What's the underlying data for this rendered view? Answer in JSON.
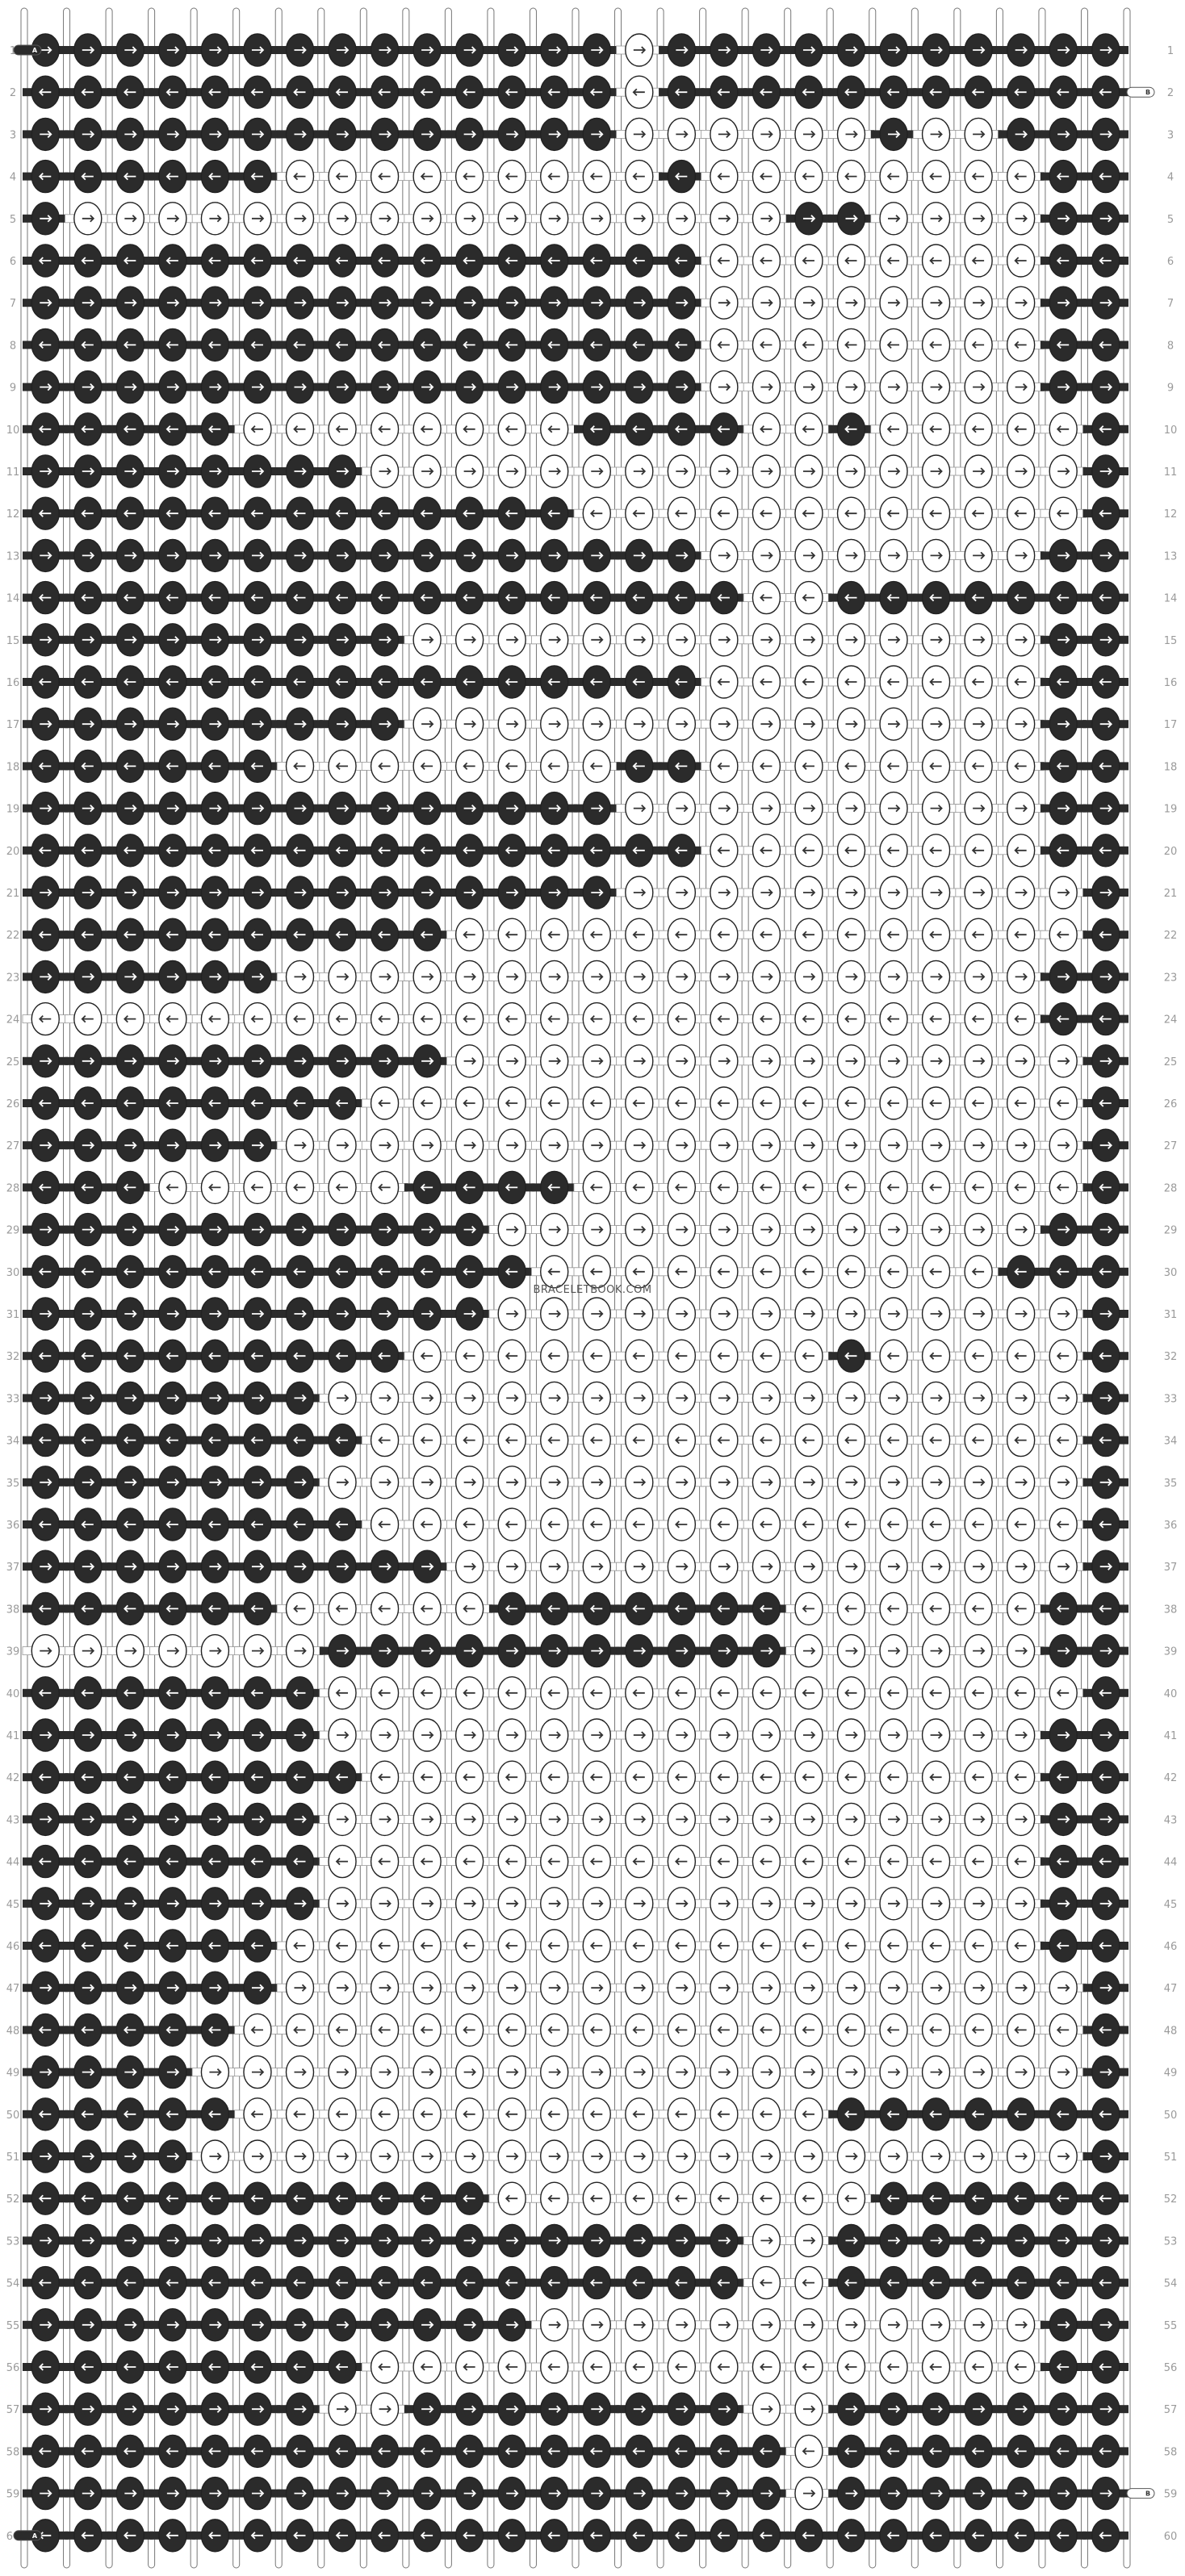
{
  "pattern": {
    "type": "alpha",
    "rows": 60,
    "knots_per_row": 26,
    "strand_count": 27,
    "watermark": "BRACELETBOOK.COM",
    "colors": {
      "background": "#2b2b2b",
      "foreground": "#ffffff",
      "outline": "#222222"
    },
    "strand_labels": {
      "left_top": "A",
      "right_row2": "B",
      "left_bottom": "A",
      "right_row59": "B"
    },
    "row_numbers": [
      1,
      2,
      3,
      4,
      5,
      6,
      7,
      8,
      9,
      10,
      11,
      12,
      13,
      14,
      15,
      16,
      17,
      18,
      19,
      20,
      21,
      22,
      23,
      24,
      25,
      26,
      27,
      28,
      29,
      30,
      31,
      32,
      33,
      34,
      35,
      36,
      37,
      38,
      39,
      40,
      41,
      42,
      43,
      44,
      45,
      46,
      47,
      48,
      49,
      50,
      51,
      52,
      53,
      54,
      55,
      56,
      57,
      58,
      59,
      60
    ],
    "knot_rows": [
      "AAAAAAAAAAAAAAAAAAAAAAAAAA",
      "AAAAAAAAAAAAAAAAAAAAAAAAAA",
      "AAAAAAAAAAAAAAAAAAAAAAAAAA",
      "AAAAAAAAAAAAAAAAAAAAAAAAAA",
      "AAAAAAAAAAAAAAAAAAAAAAAAAA",
      "AAAAAAAAAAAAAAAAAAAAAAAAAA",
      "AAAAAAAAAAAAAAAAAAAAAAAAAA",
      "AAAAAAAAAAAAAAAAAAAAAAAAAA",
      "AAAAAAAAAAAAAAAAAAAAAAAAAA",
      "AAAAAAAAAAAAAAAAAAAAAAAAAA",
      "AAAAAAAAAAAAAAAAAAAAAAAAAA",
      "AAAAAAAAAAAAAAAAAAAAAAAAAA",
      "AAAAAAAAAAAAAAAAAAAAAAAAAA",
      "AAAAAAAAAAAAAAAAAAAAAAAAAA",
      "AAAAAAAAAAAAAAAAAAAAAAAAAA",
      "AAAAAAAAAAAAAAAAAAAAAAAAAA",
      "AAAAAAAAAAAAAAAAAAAAAAAAAA",
      "AAAAAAAAAAAAAAAAAAAAAAAAAA",
      "AAAAAAAAAAAAAAAAAAAAAAAAAA",
      "AAAAAAAAAAAAAAAAAAAAAAAAAA",
      "AAAAAAAAAAAAAAAAAAAAAAAAAA",
      "AAAAAAAAAAAAAAAAAAAAAAAAAA",
      "AAAAAAAAAAAAAAAAAAAAAAAAAA",
      "AAAAAAAAAAAAAAAAAAAAAAAAAA",
      "AAAAAAAAAAAAAAAAAAAAAAAAAA",
      "AAAAAAAAAAAAAAAAAAAAAAAAAA",
      "AAAAAAAAAAAAAAAAAAAAAAAAAA",
      "AAAAAAAAAAAAAAAAAAAAAAAAAA",
      "AAAAAAAAAAAAAAAAAAAAAAAAAA",
      "AAAAAAAAAAAAAAAAAAAAAAAAAA",
      "AAAAAAAAAAAAAAAAAAAAAAAAAA",
      "AAAAAAAAAAAAAAAAAAAAAAAAAA",
      "AAAAAAAAAAAAAAAAAAAAAAAAAA",
      "AAAAAAAAAAAAAAAAAAAAAAAAAA",
      "AAAAAAAAAAAAAAAAAAAAAAAAAA",
      "AAAAAAAAAAAAAAAAAAAAAAAAAA",
      "AAAAAAAAAAAAAAAAAAAAAAAAAA",
      "AAAAAAAAAAAAAAAAAAAAAAAAAA",
      "AAAAAAAAAAAAAAAAAAAAAAAAAA",
      "AAAAAAAAAAAAAAAAAAAAAAAAAA",
      "AAAAAAAAAAAAAAAAAAAAAAAAAA",
      "AAAAAAAAAAAAAAAAAAAAAAAAAA",
      "AAAAAAAAAAAAAAAAAAAAAAAAAA",
      "AAAAAAAAAAAAAAAAAAAAAAAAAA",
      "AAAAAAAAAAAAAAAAAAAAAAAAAA",
      "AAAAAAAAAAAAAAAAAAAAAAAAAA",
      "AAAAAAAAAAAAAAAAAAAAAAAAAA",
      "AAAAAAAAAAAAAAAAAAAAAAAAAA",
      "AAAAAAAAAAAAAAAAAAAAAAAAAA",
      "AAAAAAAAAAAAAAAAAAAAAAAAAA",
      "AAAAAAAAAAAAAAAAAAAAAAAAAA",
      "AAAAAAAAAAAAAAAAAAAAAAAAAA",
      "AAAAAAAAAAAAAAAAAAAAAAAAAA",
      "AAAAAAAAAAAAAAAAAAAAAAAAAA",
      "AAAAAAAAAAAAAAAAAAAAAAAAAA",
      "AAAAAAAAAAAAAAAAAAAAAAAAAA",
      "AAAAAAAAAAAAAAAAAAAAAAAAAA",
      "AAAAAAAAAAAAAAAAAAAAAAAAAA",
      "AAAAAAAAAAAAAAAAAAAAAAAAAA",
      "AAAAAAAAAAAAAAAAAAAAAAAAAA"
    ],
    "light_spans": [
      [
        [
          14,
          14
        ]
      ],
      [
        [
          14,
          14
        ]
      ],
      [
        [
          14,
          16
        ],
        [
          17,
          19
        ],
        [
          21,
          22
        ]
      ],
      [
        [
          6,
          14
        ],
        [
          16,
          23
        ]
      ],
      [
        [
          1,
          3
        ],
        [
          4,
          17
        ],
        [
          20,
          23
        ]
      ],
      [
        [
          16,
          23
        ]
      ],
      [
        [
          16,
          23
        ]
      ],
      [
        [
          16,
          23
        ]
      ],
      [
        [
          16,
          23
        ]
      ],
      [
        [
          5,
          12
        ],
        [
          17,
          18
        ],
        [
          20,
          24
        ]
      ],
      [
        [
          8,
          19
        ],
        [
          20,
          24
        ]
      ],
      [
        [
          13,
          15
        ],
        [
          16,
          24
        ]
      ],
      [
        [
          16,
          23
        ]
      ],
      [
        [
          17,
          18
        ]
      ],
      [
        [
          9,
          23
        ]
      ],
      [
        [
          16,
          23
        ]
      ],
      [
        [
          9,
          17
        ],
        [
          18,
          23
        ]
      ],
      [
        [
          6,
          13
        ],
        [
          16,
          23
        ]
      ],
      [
        [
          14,
          23
        ]
      ],
      [
        [
          16,
          23
        ]
      ],
      [
        [
          14,
          24
        ]
      ],
      [
        [
          10,
          24
        ]
      ],
      [
        [
          6,
          23
        ]
      ],
      [
        [
          0,
          6
        ],
        [
          7,
          23
        ]
      ],
      [
        [
          10,
          24
        ]
      ],
      [
        [
          8,
          24
        ]
      ],
      [
        [
          6,
          17
        ],
        [
          18,
          24
        ]
      ],
      [
        [
          3,
          8
        ],
        [
          13,
          24
        ]
      ],
      [
        [
          11,
          23
        ]
      ],
      [
        [
          12,
          22
        ]
      ],
      [
        [
          11,
          24
        ]
      ],
      [
        [
          9,
          18
        ],
        [
          20,
          24
        ]
      ],
      [
        [
          7,
          13
        ],
        [
          14,
          24
        ]
      ],
      [
        [
          8,
          24
        ]
      ],
      [
        [
          7,
          24
        ]
      ],
      [
        [
          8,
          24
        ]
      ],
      [
        [
          10,
          24
        ]
      ],
      [
        [
          6,
          10
        ],
        [
          18,
          23
        ]
      ],
      [
        [
          0,
          6
        ],
        [
          18,
          23
        ]
      ],
      [
        [
          7,
          18
        ],
        [
          19,
          24
        ]
      ],
      [
        [
          7,
          23
        ]
      ],
      [
        [
          8,
          23
        ]
      ],
      [
        [
          7,
          23
        ]
      ],
      [
        [
          7,
          23
        ]
      ],
      [
        [
          7,
          23
        ]
      ],
      [
        [
          6,
          23
        ]
      ],
      [
        [
          6,
          24
        ]
      ],
      [
        [
          5,
          24
        ]
      ],
      [
        [
          4,
          24
        ]
      ],
      [
        [
          5,
          18
        ]
      ],
      [
        [
          4,
          24
        ]
      ],
      [
        [
          11,
          19
        ]
      ],
      [
        [
          17,
          18
        ]
      ],
      [
        [
          17,
          18
        ]
      ],
      [
        [
          12,
          23
        ]
      ],
      [
        [
          8,
          23
        ]
      ],
      [
        [
          7,
          8
        ],
        [
          17,
          18
        ]
      ],
      [
        [
          18,
          18
        ]
      ],
      [
        [
          18,
          18
        ]
      ],
      []
    ]
  }
}
